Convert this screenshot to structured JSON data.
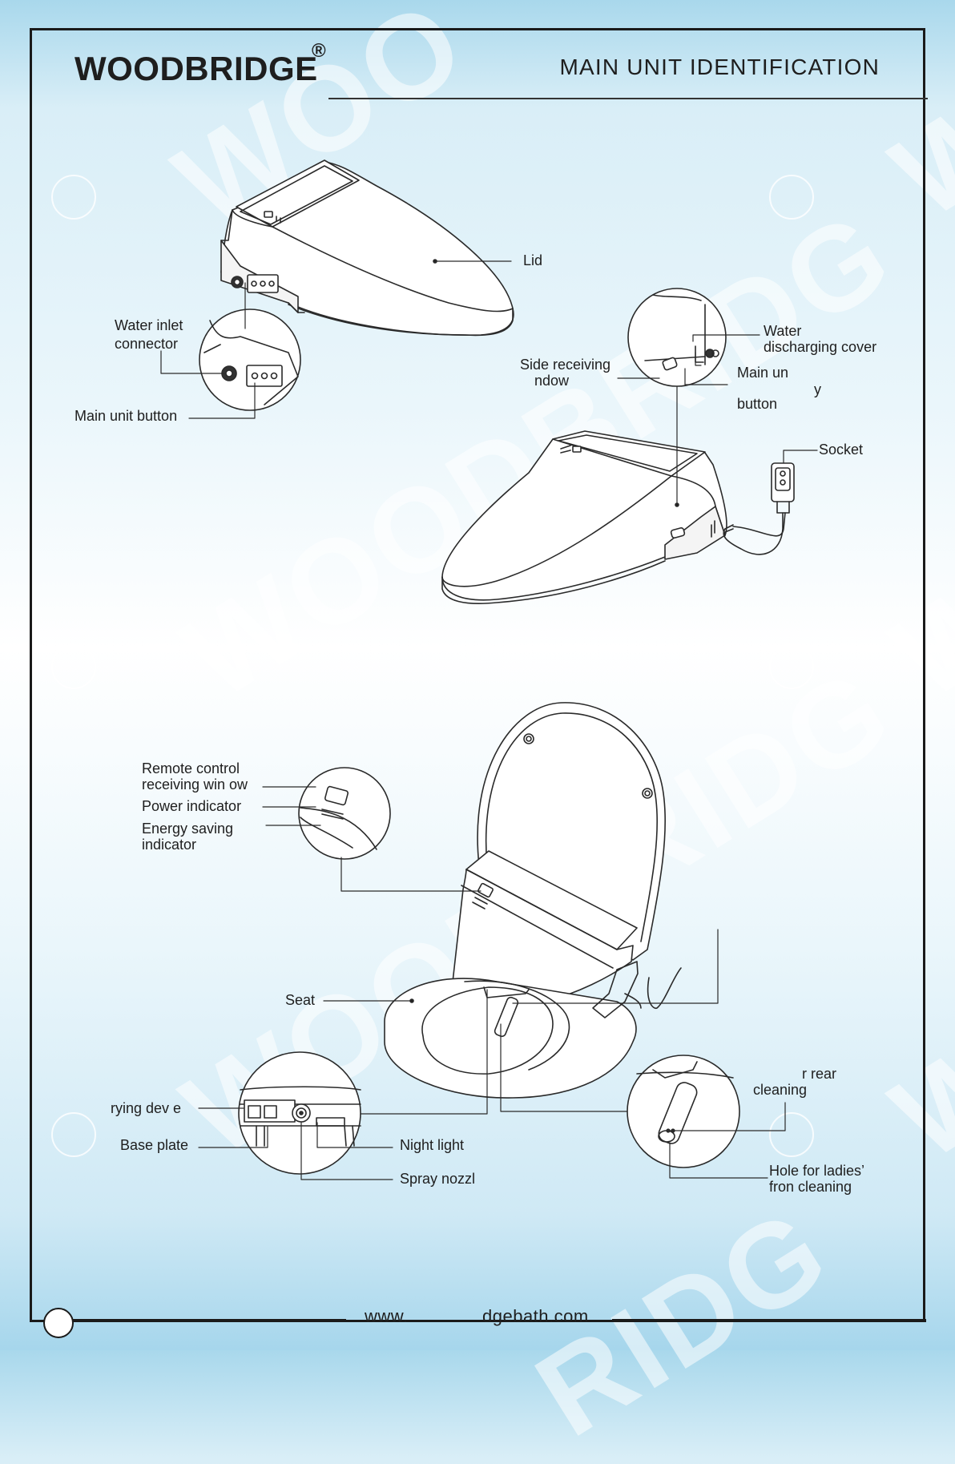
{
  "header": {
    "brand": "WOODBRIDGE",
    "registered_mark": "®",
    "title": "MAIN UNIT IDENTIFICATION"
  },
  "watermark": {
    "texts": [
      "WOO",
      "WOODBRIDG",
      "WOODBRIDG",
      "RIDG",
      "W",
      "W",
      "W"
    ]
  },
  "labels": {
    "lid": "Lid",
    "water_inlet_connector_1": "Water inlet",
    "water_inlet_connector_2": "connector",
    "main_unit_button_left": "Main unit button",
    "water_discharging_cover_1": "Water",
    "water_discharging_cover_2": "discharging cover",
    "side_receiving_window_1": "Side receiving",
    "side_receiving_window_2": "ndow",
    "main_unit_button_right_1": "Main un",
    "main_unit_button_right_2": "y",
    "main_unit_button_right_3": "button",
    "socket": "Socket",
    "remote_control_1": "Remote control",
    "remote_control_2": "receiving win  ow",
    "power_indicator": "Power indicator",
    "energy_saving_1": "Energy saving",
    "energy_saving_2": "indicator",
    "seat": "Seat",
    "rear_cleaning_1": "r rear",
    "rear_cleaning_2": "cleaning",
    "drying_device": "rying dev   e",
    "base_plate": "Base plate",
    "night_light": "Night light",
    "spray_nozzle": "Spray nozzl",
    "ladies_front_1": "Hole for ladies’",
    "ladies_front_2": "fron  cleaning"
  },
  "footer": {
    "url_left": "www.",
    "url_right": "dgebath.com"
  }
}
